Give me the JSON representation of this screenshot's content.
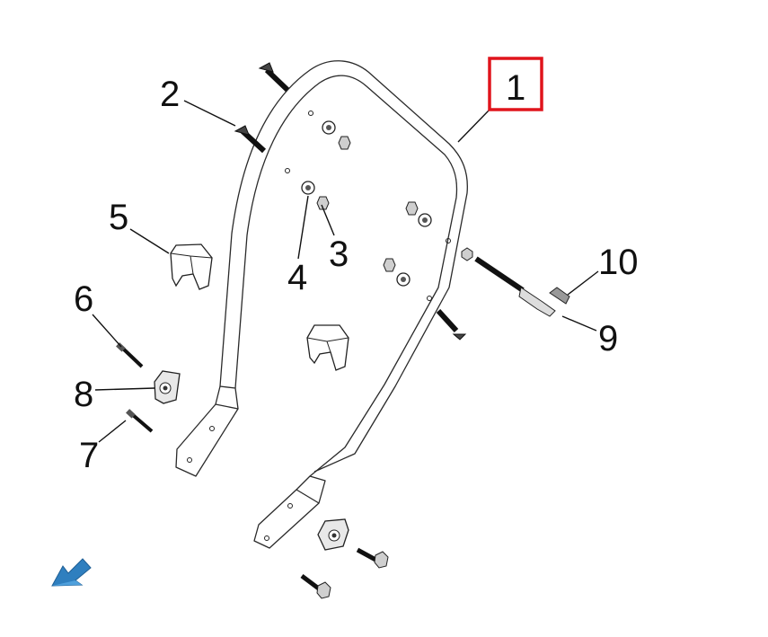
{
  "diagram": {
    "callouts": [
      {
        "id": "1",
        "label": "1",
        "highlighted": true
      },
      {
        "id": "2",
        "label": "2"
      },
      {
        "id": "3",
        "label": "3"
      },
      {
        "id": "4",
        "label": "4"
      },
      {
        "id": "5",
        "label": "5"
      },
      {
        "id": "6",
        "label": "6"
      },
      {
        "id": "7",
        "label": "7"
      },
      {
        "id": "8",
        "label": "8"
      },
      {
        "id": "9",
        "label": "9"
      },
      {
        "id": "10",
        "label": "10"
      }
    ],
    "highlight_color": "#e0141c",
    "nav_arrow_color": "#2f7fbf",
    "icons": [
      "nav-arrow-icon"
    ]
  }
}
